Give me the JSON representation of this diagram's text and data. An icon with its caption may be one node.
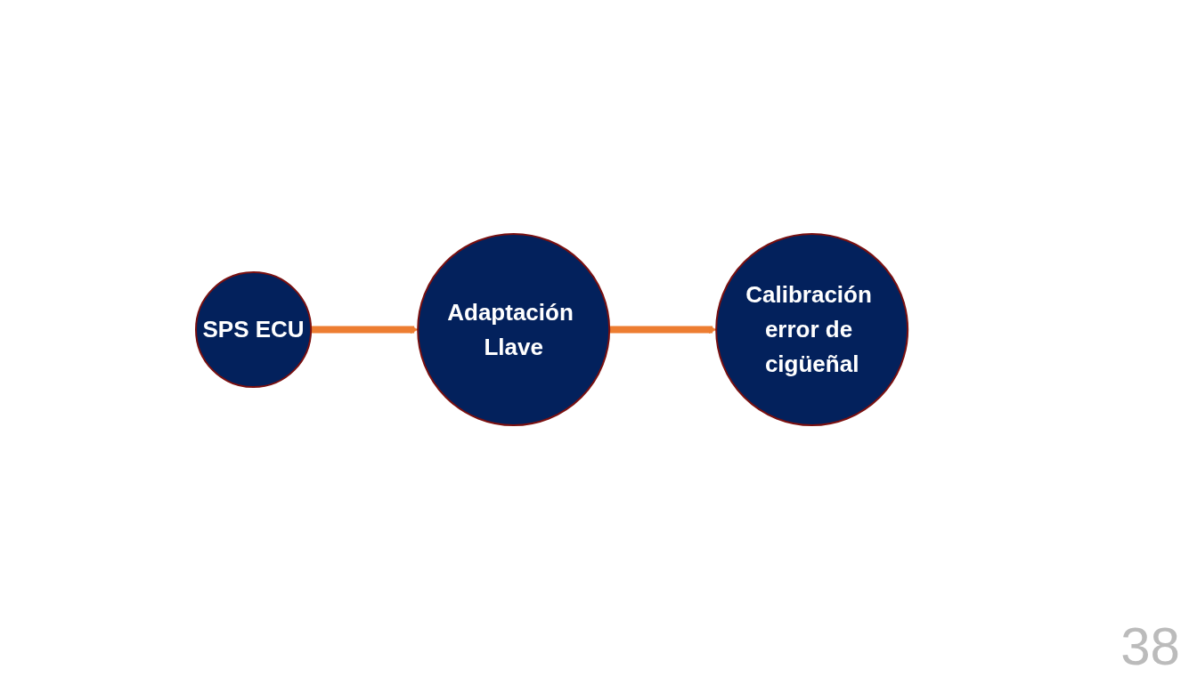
{
  "diagram": {
    "nodes": [
      {
        "text": [
          "SPS ECU"
        ]
      },
      {
        "text": [
          "Adaptación Llave"
        ]
      },
      {
        "text": [
          "Calibración error de cigüeñal"
        ]
      }
    ],
    "edges": [
      {
        "from": 0,
        "to": 1,
        "arrow": "to"
      },
      {
        "from": 1,
        "to": 2,
        "arrow": "to"
      }
    ],
    "labels": [
      "38"
    ]
  }
}
